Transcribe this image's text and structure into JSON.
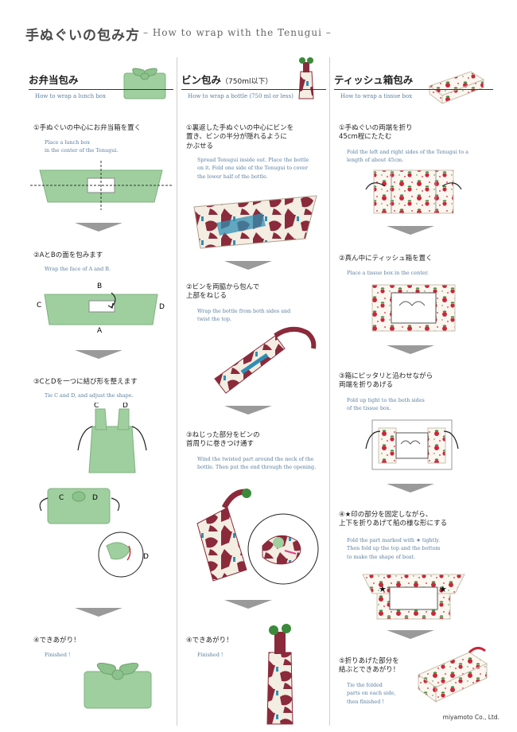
{
  "title": "手ぬぐいの包み方",
  "title_en": "– How to wrap with the Tenugui –",
  "credit": "miyamoto Co., Ltd.",
  "colors": {
    "tenugui_green": "#9fcf9f",
    "wine_red": "#8a2a3a",
    "arrow_gray": "#9a9a9a",
    "english_blue": "#5a7fa0"
  },
  "col1": {
    "title": "お弁当包み",
    "subtitle": "How to wrap a lunch box",
    "steps": [
      {
        "jp": "①手ぬぐいの中心にお弁当箱を置く",
        "en": "Place a lunch box\nin the center of the Tenugui."
      },
      {
        "jp": "②AとBの面を包みます",
        "en": "Wrap the face of A and B."
      },
      {
        "jp": "③CとDを一つに結び形を整えます",
        "en": "Tie C and D, and adjust the shape."
      },
      {
        "jp": "④できあがり！",
        "en": "Finished !"
      }
    ],
    "labels": {
      "a": "A",
      "b": "B",
      "c": "C",
      "d": "D"
    }
  },
  "col2": {
    "title": "ビン包み",
    "title_note": "（750ml以下）",
    "subtitle": "How to wrap a bottle (750 ml or less)",
    "steps": [
      {
        "jp": "①裏返した手ぬぐいの中心にビンを\n置き、ビンの半分が隠れるように\nかぶせる",
        "en": "Spread Tenugui inside out. Place the bottle\non it. Fold one side of the Tenugui to cover\nthe lower half of the bottle."
      },
      {
        "jp": "②ビンを両脇から包んで\n上部をねじる",
        "en": "Wrap the bottle from both sides and\ntwist the top."
      },
      {
        "jp": "③ねじった部分をビンの\n首周りに巻きつけ通す",
        "en": "Wind the twisted part around the neck of the\nbottle. Then put the end through the opening."
      },
      {
        "jp": "④できあがり！",
        "en": "Finished !"
      }
    ]
  },
  "col3": {
    "title": "ティッシュ箱包み",
    "subtitle": "How to wrap a tissue box",
    "steps": [
      {
        "jp": "①手ぬぐいの両端を折り\n45cm程にたたむ",
        "en": "Fold the left and right sides of the Tenugui to a\nlength of about 45cm."
      },
      {
        "jp": "②真ん中にティッシュ箱を置く",
        "en": "Place a tissue box in the center."
      },
      {
        "jp": "③箱にピッタリと沿わせながら\n両端を折りあげる",
        "en": "Fold up tight to the both sides\nof the tissue box."
      },
      {
        "jp": "④★印の部分を固定しながら、\n上下を折りあげて船の様な形にする",
        "en": "Fold the part marked with ★ tightly.\nThen fold up the top and the bottom\nto make the shape of boat."
      },
      {
        "jp": "⑤折りあげた部分を\n結ぶとできあがり！",
        "en": "Tie the folded\nparts on each side,\nthen finished !"
      }
    ]
  }
}
